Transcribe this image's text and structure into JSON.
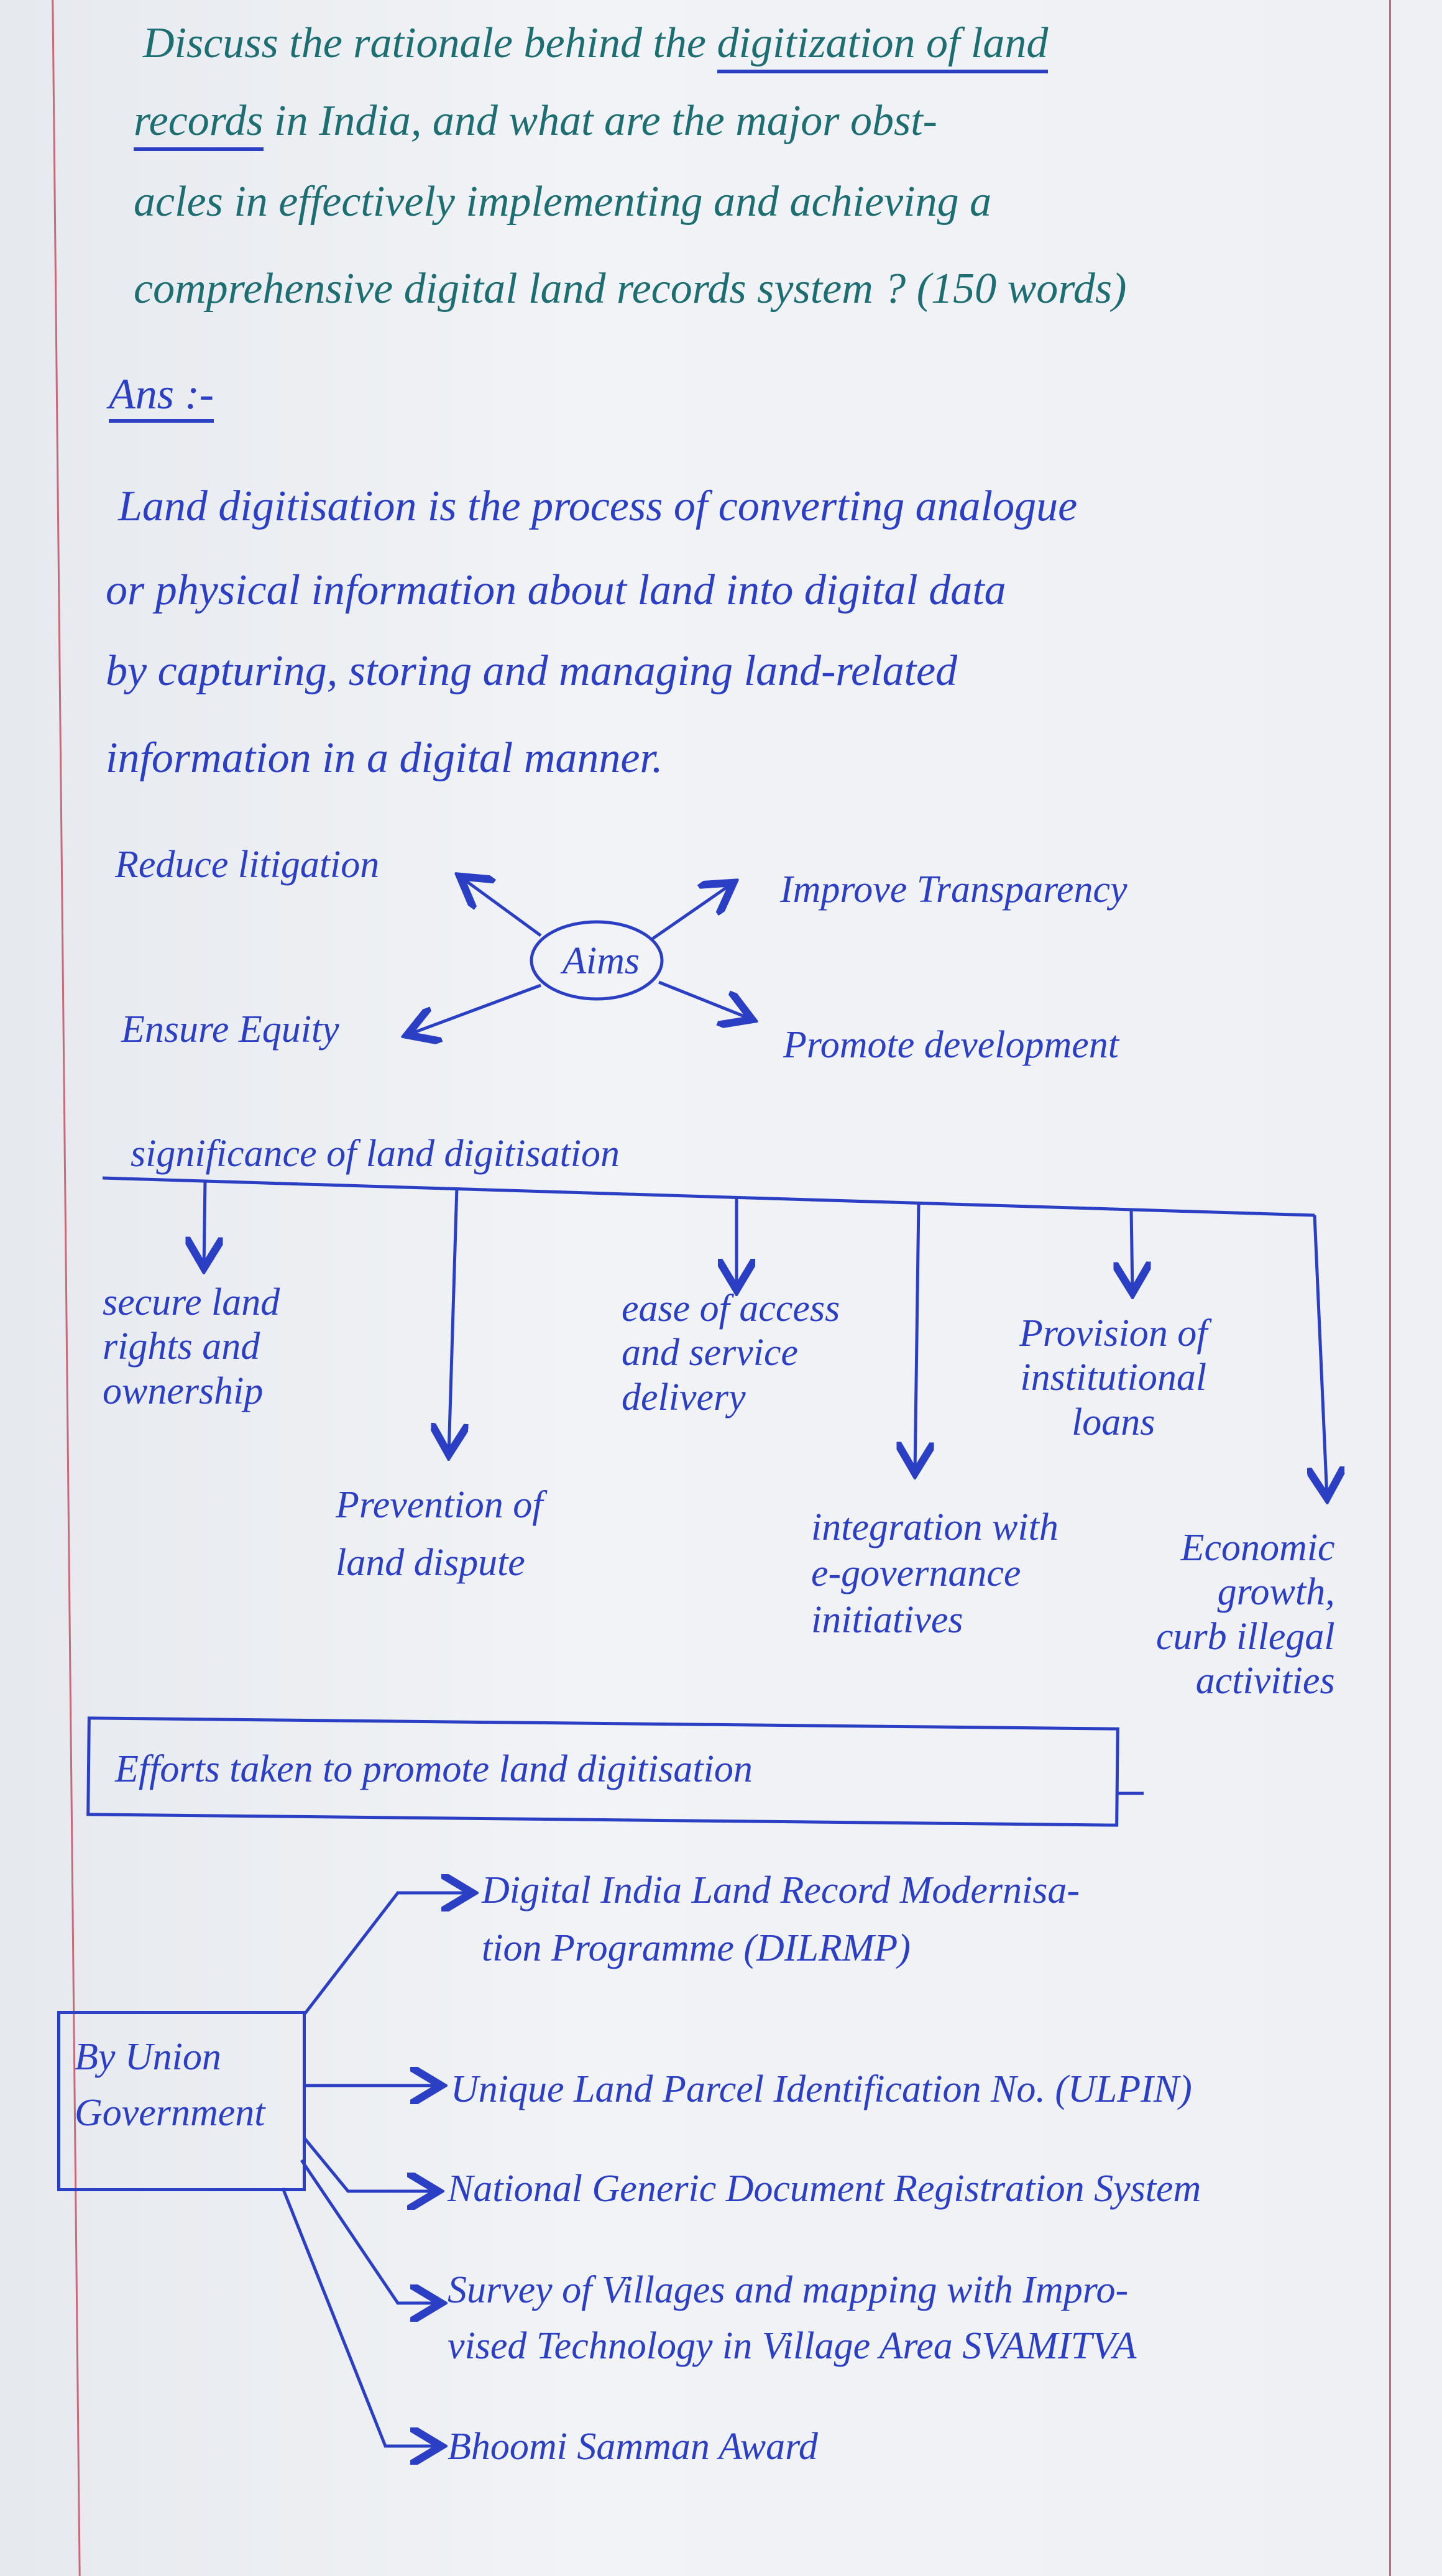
{
  "question": {
    "lines": [
      {
        "pre": "Discuss the rationale behind the ",
        "underlined": "digitization of land"
      },
      {
        "underlined": "records",
        "post": " in India, and what are the major obst-"
      },
      {
        "pre": "acles in effectively implementing and achieving a"
      },
      {
        "pre": "comprehensive digital land records system ? (150 words)"
      }
    ]
  },
  "answer": {
    "label": "Ans :-",
    "definition_lines": [
      "Land digitisation is the process of converting analogue",
      "or physical information about land into digital data",
      "by capturing, storing and managing land-related",
      "information in a digital manner."
    ]
  },
  "aims": {
    "center": "Aims",
    "items": [
      "Reduce litigation",
      "Improve Transparency",
      "Ensure Equity",
      "Promote development"
    ]
  },
  "significance": {
    "heading": "significance of land digitisation",
    "items": [
      [
        "secure land",
        "rights and",
        "ownership"
      ],
      [
        "Prevention of",
        "land dispute"
      ],
      [
        "ease of access",
        "and service",
        "delivery"
      ],
      [
        "integration with",
        "e-governance",
        "initiatives"
      ],
      [
        "Provision of",
        "institutional",
        "loans"
      ],
      [
        "Economic",
        "growth,",
        "curb illegal",
        "activities"
      ]
    ]
  },
  "efforts": {
    "heading": "Efforts taken to promote land digitisation",
    "source": [
      "By Union",
      "Government"
    ],
    "items": [
      [
        "Digital India Land Record Modernisa-",
        "tion Programme (DILRMP)"
      ],
      [
        "Unique Land Parcel Identification No. (ULPIN)"
      ],
      [
        "National Generic Document Registration System"
      ],
      [
        "Survey of Villages and mapping with Impro-",
        "vised Technology in Village Area SVAMITVA"
      ],
      [
        "Bhoomi Samman Award"
      ]
    ]
  },
  "colors": {
    "question_ink": "#1c6e72",
    "answer_ink": "#2b3fc4",
    "margin": "#c96a7a"
  }
}
